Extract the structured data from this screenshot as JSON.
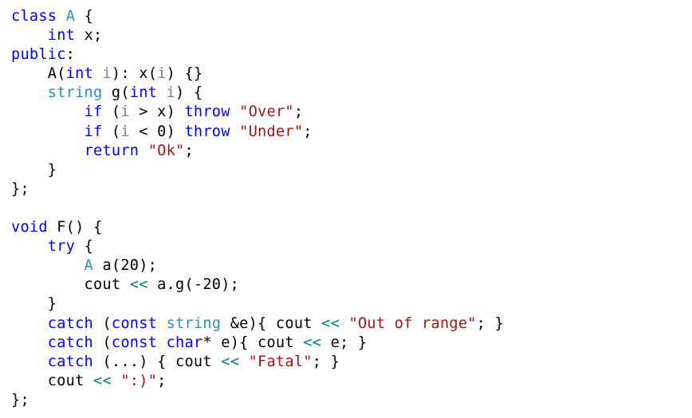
{
  "editor": {
    "language": "cpp",
    "colors": {
      "keyword": "#0000ff",
      "type": "#2b91af",
      "string": "#a31515",
      "operator": "#008080",
      "parameter": "#808080",
      "plain": "#000000",
      "background": "#ffffff"
    },
    "lines": [
      [
        {
          "t": "kw",
          "v": "class"
        },
        {
          "t": "pl",
          "v": " "
        },
        {
          "t": "ty",
          "v": "A"
        },
        {
          "t": "pl",
          "v": " {"
        }
      ],
      [
        {
          "t": "pl",
          "v": "    "
        },
        {
          "t": "kw",
          "v": "int"
        },
        {
          "t": "pl",
          "v": " x;"
        }
      ],
      [
        {
          "t": "kw",
          "v": "public"
        },
        {
          "t": "pl",
          "v": ":"
        }
      ],
      [
        {
          "t": "pl",
          "v": "    A("
        },
        {
          "t": "kw",
          "v": "int"
        },
        {
          "t": "pl",
          "v": " "
        },
        {
          "t": "pa",
          "v": "i"
        },
        {
          "t": "pl",
          "v": "): x("
        },
        {
          "t": "pa",
          "v": "i"
        },
        {
          "t": "pl",
          "v": ") {}"
        }
      ],
      [
        {
          "t": "pl",
          "v": "    "
        },
        {
          "t": "ty",
          "v": "string"
        },
        {
          "t": "pl",
          "v": " g("
        },
        {
          "t": "kw",
          "v": "int"
        },
        {
          "t": "pl",
          "v": " "
        },
        {
          "t": "pa",
          "v": "i"
        },
        {
          "t": "pl",
          "v": ") {"
        }
      ],
      [
        {
          "t": "pl",
          "v": "        "
        },
        {
          "t": "kw",
          "v": "if"
        },
        {
          "t": "pl",
          "v": " ("
        },
        {
          "t": "pa",
          "v": "i"
        },
        {
          "t": "pl",
          "v": " > x) "
        },
        {
          "t": "kw",
          "v": "throw"
        },
        {
          "t": "pl",
          "v": " "
        },
        {
          "t": "st",
          "v": "\"Over\""
        },
        {
          "t": "pl",
          "v": ";"
        }
      ],
      [
        {
          "t": "pl",
          "v": "        "
        },
        {
          "t": "kw",
          "v": "if"
        },
        {
          "t": "pl",
          "v": " ("
        },
        {
          "t": "pa",
          "v": "i"
        },
        {
          "t": "pl",
          "v": " < 0) "
        },
        {
          "t": "kw",
          "v": "throw"
        },
        {
          "t": "pl",
          "v": " "
        },
        {
          "t": "st",
          "v": "\"Under\""
        },
        {
          "t": "pl",
          "v": ";"
        }
      ],
      [
        {
          "t": "pl",
          "v": "        "
        },
        {
          "t": "kw",
          "v": "return"
        },
        {
          "t": "pl",
          "v": " "
        },
        {
          "t": "st",
          "v": "\"Ok\""
        },
        {
          "t": "pl",
          "v": ";"
        }
      ],
      [
        {
          "t": "pl",
          "v": "    }"
        }
      ],
      [
        {
          "t": "pl",
          "v": "};"
        }
      ],
      [
        {
          "t": "pl",
          "v": ""
        }
      ],
      [
        {
          "t": "kw",
          "v": "void"
        },
        {
          "t": "pl",
          "v": " F() {"
        }
      ],
      [
        {
          "t": "pl",
          "v": "    "
        },
        {
          "t": "kw",
          "v": "try"
        },
        {
          "t": "pl",
          "v": " {"
        }
      ],
      [
        {
          "t": "pl",
          "v": "        "
        },
        {
          "t": "ty",
          "v": "A"
        },
        {
          "t": "pl",
          "v": " a(20);"
        }
      ],
      [
        {
          "t": "pl",
          "v": "        cout "
        },
        {
          "t": "op",
          "v": "<<"
        },
        {
          "t": "pl",
          "v": " a.g(-20);"
        }
      ],
      [
        {
          "t": "pl",
          "v": "    }"
        }
      ],
      [
        {
          "t": "pl",
          "v": "    "
        },
        {
          "t": "kw",
          "v": "catch"
        },
        {
          "t": "pl",
          "v": " ("
        },
        {
          "t": "kw",
          "v": "const"
        },
        {
          "t": "pl",
          "v": " "
        },
        {
          "t": "ty",
          "v": "string"
        },
        {
          "t": "pl",
          "v": " &e){ cout "
        },
        {
          "t": "op",
          "v": "<<"
        },
        {
          "t": "pl",
          "v": " "
        },
        {
          "t": "st",
          "v": "\"Out of range\""
        },
        {
          "t": "pl",
          "v": "; }"
        }
      ],
      [
        {
          "t": "pl",
          "v": "    "
        },
        {
          "t": "kw",
          "v": "catch"
        },
        {
          "t": "pl",
          "v": " ("
        },
        {
          "t": "kw",
          "v": "const"
        },
        {
          "t": "pl",
          "v": " "
        },
        {
          "t": "kw",
          "v": "char"
        },
        {
          "t": "pl",
          "v": "* e){ cout "
        },
        {
          "t": "op",
          "v": "<<"
        },
        {
          "t": "pl",
          "v": " e; }"
        }
      ],
      [
        {
          "t": "pl",
          "v": "    "
        },
        {
          "t": "kw",
          "v": "catch"
        },
        {
          "t": "pl",
          "v": " (...) { cout "
        },
        {
          "t": "op",
          "v": "<<"
        },
        {
          "t": "pl",
          "v": " "
        },
        {
          "t": "st",
          "v": "\"Fatal\""
        },
        {
          "t": "pl",
          "v": "; }"
        }
      ],
      [
        {
          "t": "pl",
          "v": "    cout "
        },
        {
          "t": "op",
          "v": "<<"
        },
        {
          "t": "pl",
          "v": " "
        },
        {
          "t": "st",
          "v": "\":)\""
        },
        {
          "t": "pl",
          "v": ";"
        }
      ],
      [
        {
          "t": "pl",
          "v": "};"
        }
      ]
    ]
  }
}
